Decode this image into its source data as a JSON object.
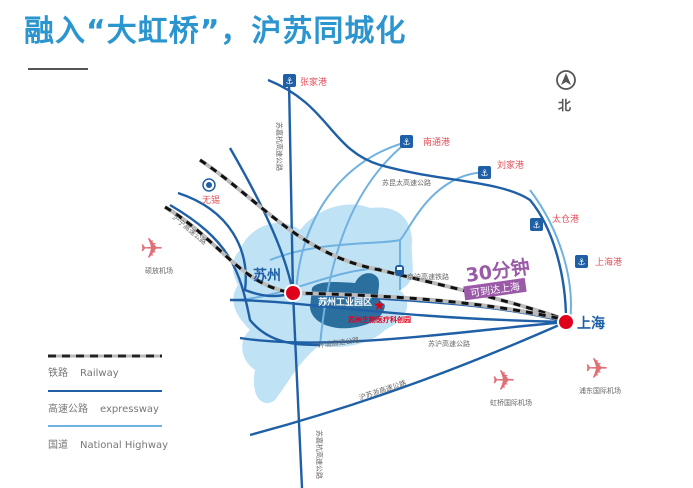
{
  "title": "融入“大虹桥”，沪苏同城化",
  "compass": {
    "icon": "north-arrow-icon",
    "label": "北"
  },
  "cities": {
    "suzhou": "苏州",
    "shanghai": "上海",
    "wuxi": "无锡"
  },
  "ports": [
    "张家港",
    "南通港",
    "刘家港",
    "太仓港",
    "上海港"
  ],
  "airports": [
    "硕放机场",
    "虹桥国际机场",
    "浦东国际机场"
  ],
  "roads": {
    "north_vertical": "苏嘉杭高速公路",
    "sukuntai": "苏昆太高速公路",
    "huning": "沪宁高速公路",
    "jinghu_rail": "京沪高速铁路",
    "ring": "环城高速公路",
    "suhu": "苏沪高速公路",
    "husuzhe": "沪苏浙高速公路",
    "south_vertical": "苏嘉杭高速公路"
  },
  "park": {
    "name": "苏州工业园区",
    "site": "苏州生物医疗科创园"
  },
  "promo": {
    "big": "30分钟",
    "small": "可到达上海"
  },
  "legend": [
    {
      "cn": "铁路",
      "en": "Railway"
    },
    {
      "cn": "高速公路",
      "en": "expressway"
    },
    {
      "cn": "国道",
      "en": "National Highway"
    }
  ],
  "colors": {
    "title": "#2b95cf",
    "expressway": "#1f5fa6",
    "highway": "#6fb1e0",
    "lake": "#bfe2f5",
    "park": "#2a6f9e",
    "city_dot": "#e0001b",
    "port_text": "#e0505a",
    "promo": "#9b5aa8"
  }
}
